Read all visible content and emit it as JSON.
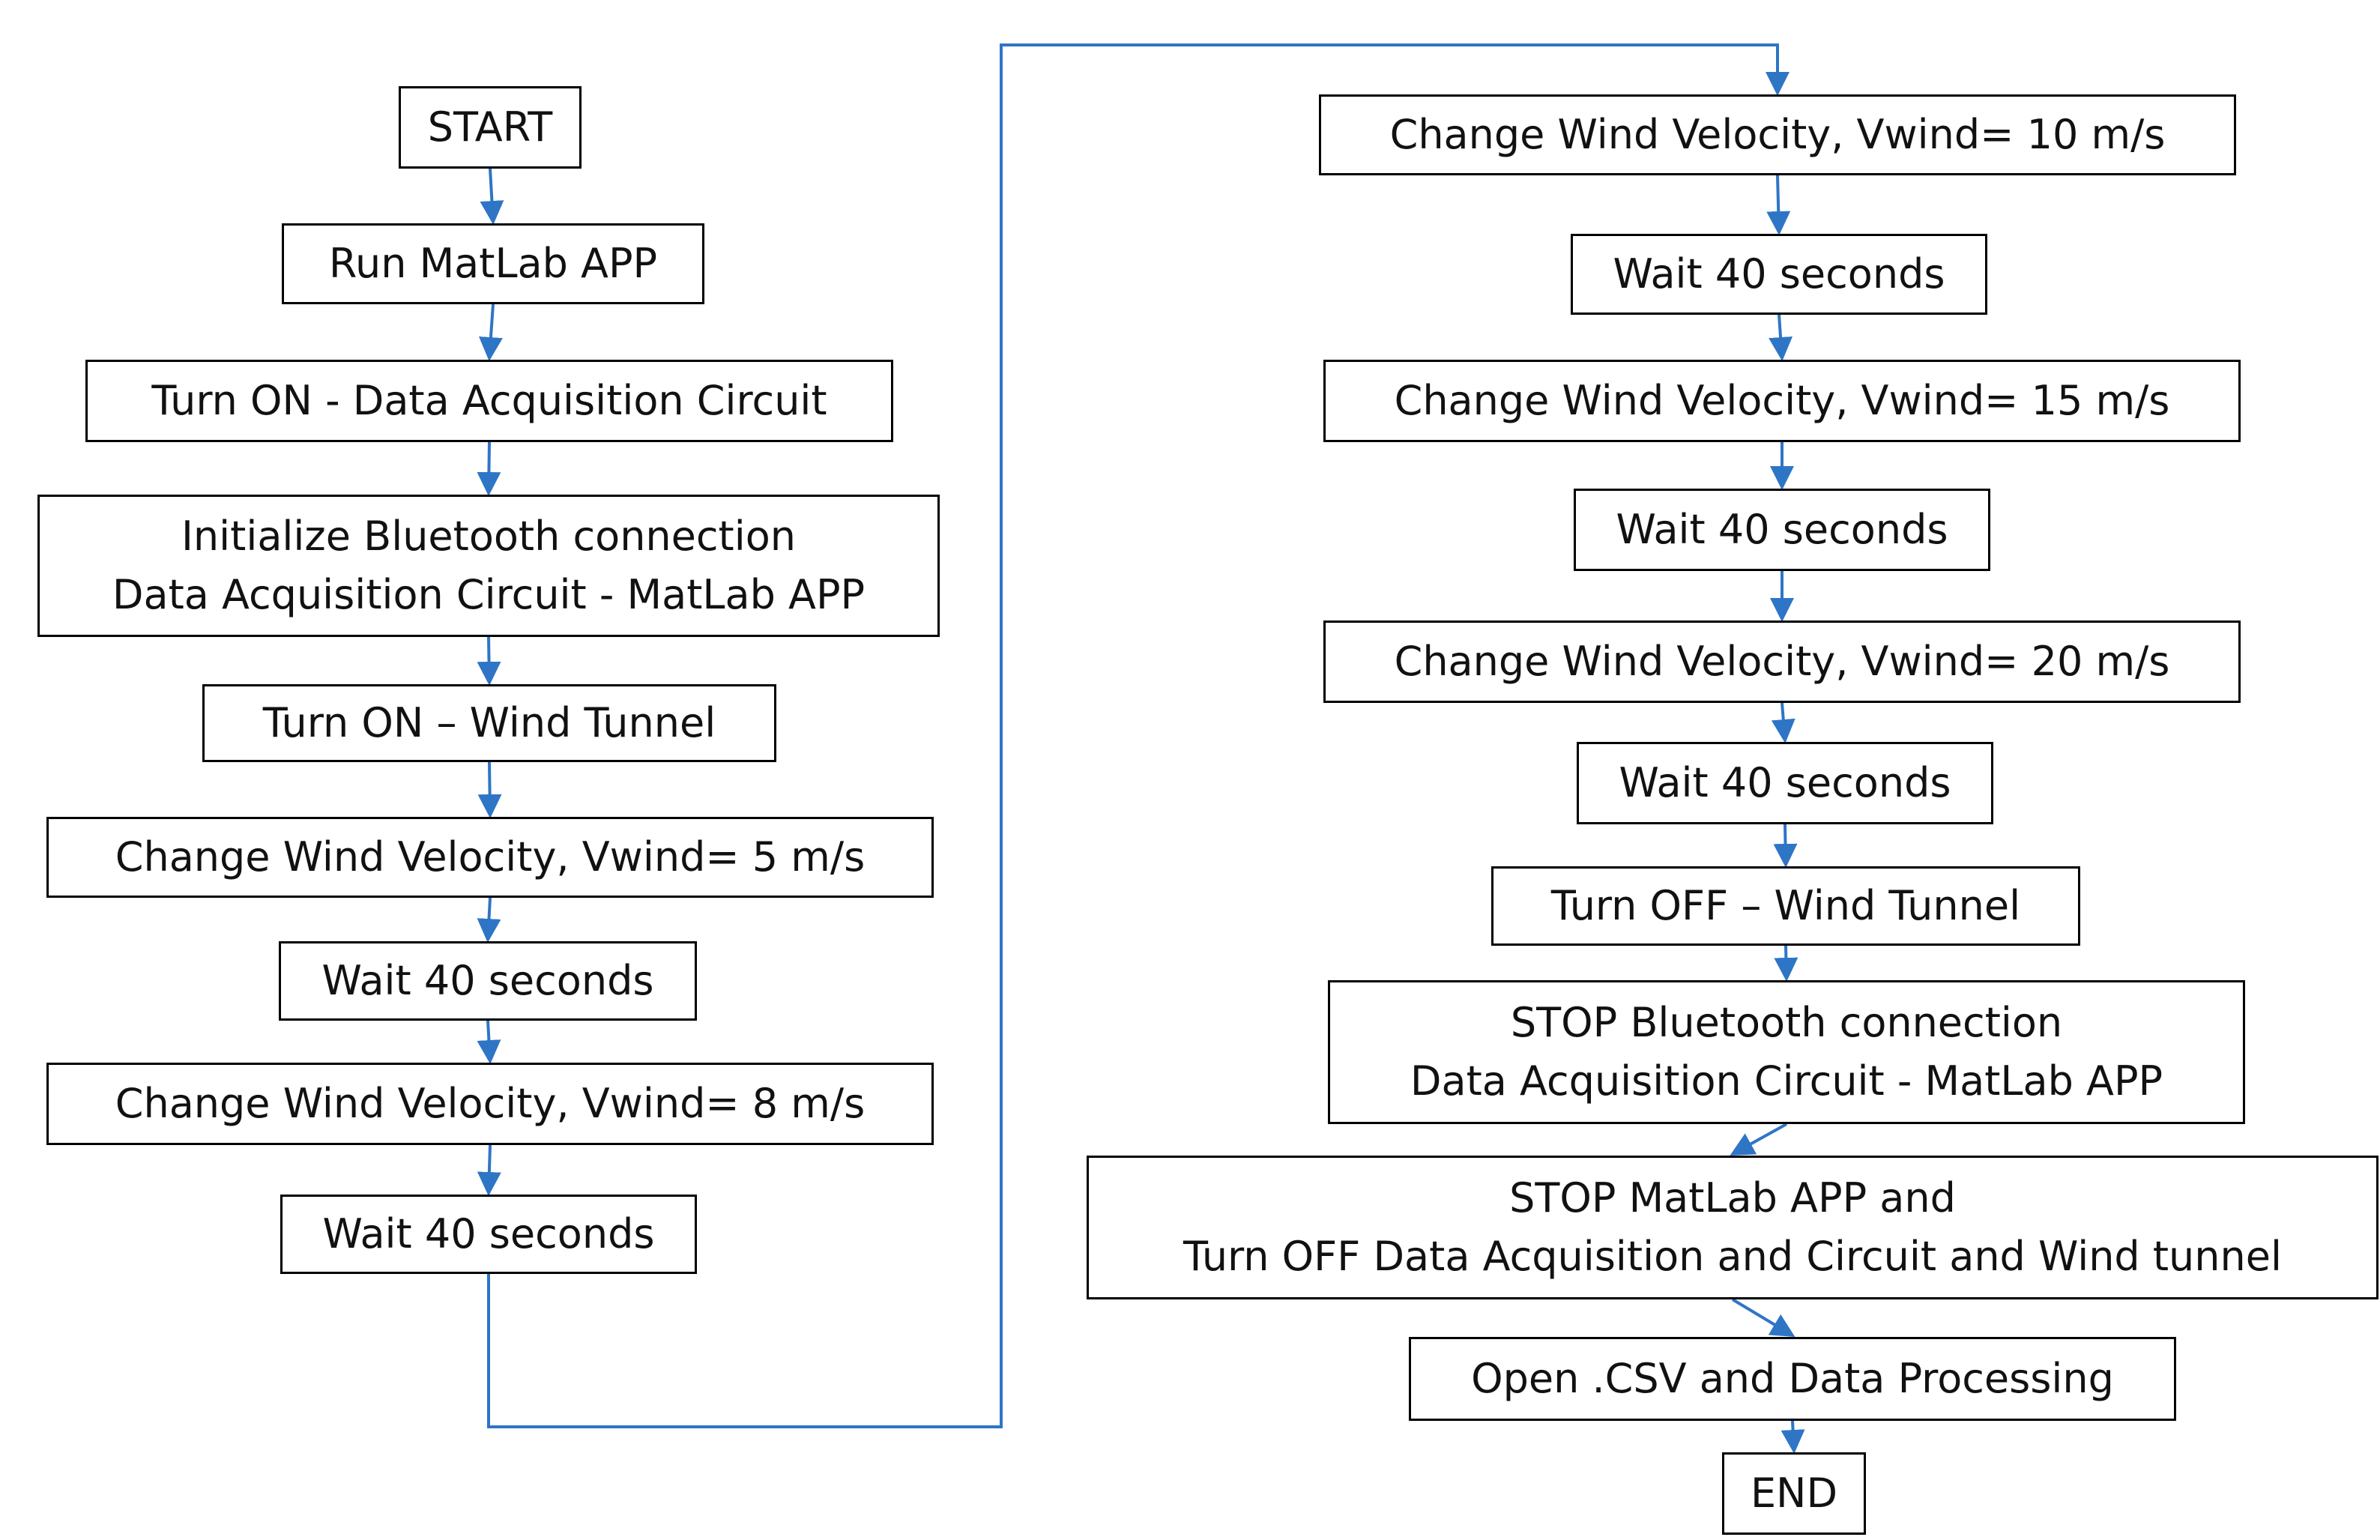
{
  "flowchart": {
    "line_color": "#2e75c6",
    "nodes": [
      {
        "id": "start",
        "lines": [
          "START"
        ]
      },
      {
        "id": "run-app",
        "lines": [
          "Run MatLab APP"
        ]
      },
      {
        "id": "turn-on-daq",
        "lines": [
          "Turn ON - Data Acquisition Circuit"
        ]
      },
      {
        "id": "init-bluetooth",
        "lines": [
          "Initialize Bluetooth connection",
          "Data Acquisition Circuit - MatLab APP"
        ]
      },
      {
        "id": "turn-on-tunnel",
        "lines": [
          "Turn ON – Wind Tunnel"
        ]
      },
      {
        "id": "wind-5",
        "lines": [
          "Change Wind Velocity, Vwind= 5 m/s"
        ]
      },
      {
        "id": "wait-1",
        "lines": [
          "Wait 40 seconds"
        ]
      },
      {
        "id": "wind-8",
        "lines": [
          "Change Wind Velocity, Vwind= 8 m/s"
        ]
      },
      {
        "id": "wait-2",
        "lines": [
          "Wait 40 seconds"
        ]
      },
      {
        "id": "wind-10",
        "lines": [
          "Change Wind Velocity, Vwind= 10 m/s"
        ]
      },
      {
        "id": "wait-3",
        "lines": [
          "Wait 40 seconds"
        ]
      },
      {
        "id": "wind-15",
        "lines": [
          "Change Wind Velocity, Vwind= 15 m/s"
        ]
      },
      {
        "id": "wait-4",
        "lines": [
          "Wait 40 seconds"
        ]
      },
      {
        "id": "wind-20",
        "lines": [
          "Change Wind Velocity, Vwind= 20 m/s"
        ]
      },
      {
        "id": "wait-5",
        "lines": [
          "Wait 40 seconds"
        ]
      },
      {
        "id": "turn-off-tunnel",
        "lines": [
          "Turn OFF – Wind Tunnel"
        ]
      },
      {
        "id": "stop-bluetooth",
        "lines": [
          "STOP Bluetooth connection",
          "Data Acquisition Circuit  - MatLab APP"
        ]
      },
      {
        "id": "stop-app",
        "lines": [
          "STOP MatLab APP and",
          "Turn OFF Data Acquisition and Circuit and Wind tunnel"
        ]
      },
      {
        "id": "open-csv",
        "lines": [
          "Open .CSV and Data Processing"
        ]
      },
      {
        "id": "end",
        "lines": [
          "END"
        ]
      }
    ],
    "edges": [
      [
        "start",
        "run-app"
      ],
      [
        "run-app",
        "turn-on-daq"
      ],
      [
        "turn-on-daq",
        "init-bluetooth"
      ],
      [
        "init-bluetooth",
        "turn-on-tunnel"
      ],
      [
        "turn-on-tunnel",
        "wind-5"
      ],
      [
        "wind-5",
        "wait-1"
      ],
      [
        "wait-1",
        "wind-8"
      ],
      [
        "wind-8",
        "wait-2"
      ],
      [
        "wait-2",
        "wind-10"
      ],
      [
        "wind-10",
        "wait-3"
      ],
      [
        "wait-3",
        "wind-15"
      ],
      [
        "wind-15",
        "wait-4"
      ],
      [
        "wait-4",
        "wind-20"
      ],
      [
        "wind-20",
        "wait-5"
      ],
      [
        "wait-5",
        "turn-off-tunnel"
      ],
      [
        "turn-off-tunnel",
        "stop-bluetooth"
      ],
      [
        "stop-bluetooth",
        "stop-app"
      ],
      [
        "stop-app",
        "open-csv"
      ],
      [
        "open-csv",
        "end"
      ]
    ]
  }
}
